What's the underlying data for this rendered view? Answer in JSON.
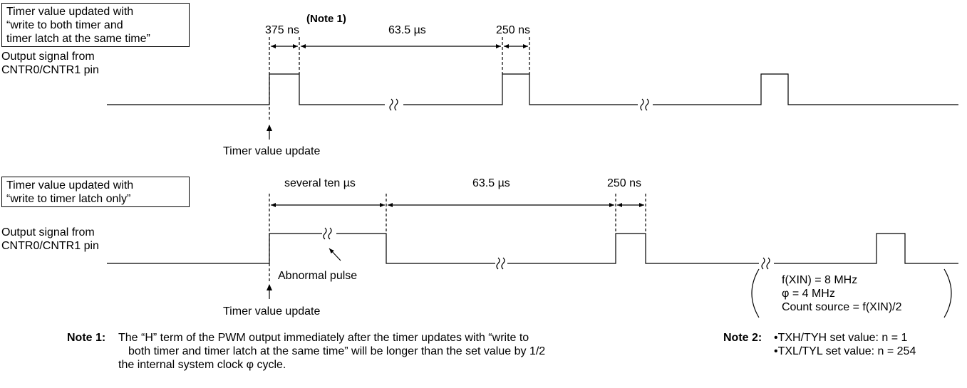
{
  "top": {
    "box_lines": [
      "Timer value updated with",
      "“write to both timer and",
      "timer latch at the same time”"
    ],
    "signal_lines": [
      "Output signal from",
      "CNTR0/CNTR1 pin"
    ],
    "dims": {
      "d1": "375 ns",
      "note": "(Note 1)",
      "d2": "63.5 µs",
      "d3": "250 ns"
    },
    "update_label": "Timer value update"
  },
  "bottom": {
    "box_lines": [
      "Timer value updated with",
      "“write to timer latch only”"
    ],
    "signal_lines": [
      "Output signal from",
      "CNTR0/CNTR1 pin"
    ],
    "dims": {
      "d1": "several ten µs",
      "d2": "63.5 µs",
      "d3": "250 ns"
    },
    "abnormal_label": "Abnormal pulse",
    "update_label": "Timer value update"
  },
  "conditions": [
    "f(XIN) = 8 MHz",
    "φ = 4 MHz",
    "Count source = f(XIN)/2"
  ],
  "note1": {
    "label": "Note 1:",
    "lines": [
      "The “H” term of the PWM output immediately after the timer updates with “write to",
      "both timer and timer latch at the same time” will be longer than the set value by 1/2",
      "the internal system clock φ  cycle."
    ]
  },
  "note2": {
    "label": "Note 2:",
    "lines": [
      "•TXH/TYH set value: n = 1",
      "•TXL/TYL set value: n = 254"
    ]
  }
}
